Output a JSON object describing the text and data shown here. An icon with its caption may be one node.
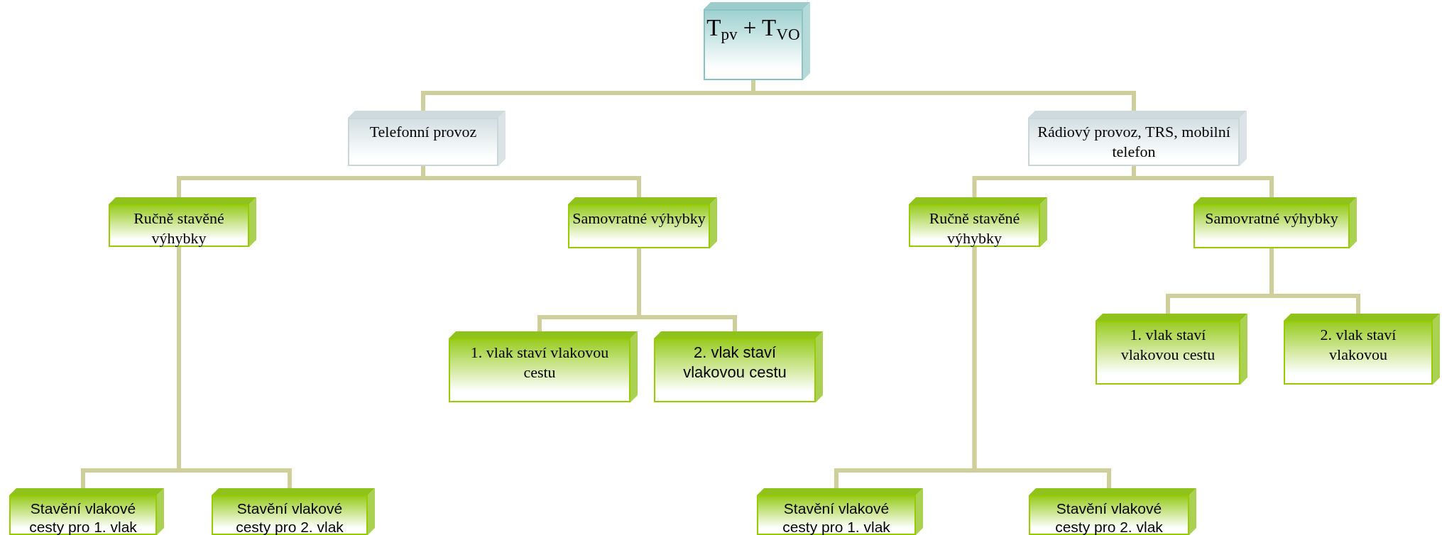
{
  "diagram": {
    "nodes": [
      {
        "text": [
          "T$_{pv}$ + T$_{VO}$"
        ]
      },
      {
        "text": [
          "Telefonní provoz"
        ]
      },
      {
        "text": [
          "Rádiový provoz, TRS, mobilní telefon"
        ]
      },
      {
        "text": [
          "Ručně stavěné výhybky"
        ]
      },
      {
        "text": [
          "Samovratné výhybky"
        ]
      },
      {
        "text": [
          "1. vlak staví vlakovou cestu"
        ]
      },
      {
        "text": [
          "2. vlak staví vlakovou cestu"
        ]
      },
      {
        "text": [
          "Ručně stavěné výhybky"
        ]
      },
      {
        "text": [
          "Samovratné výhybky"
        ]
      },
      {
        "text": [
          "1. vlak staví vlakovou cestu"
        ]
      },
      {
        "text": [
          "2. vlak staví vlakovou"
        ]
      },
      {
        "text": [
          "Stavění vlakové cesty pro 1. vlak"
        ]
      },
      {
        "text": [
          "Stavění vlakové cesty pro 2. vlak"
        ]
      },
      {
        "text": [
          "Stavění vlakové cesty pro 1. vlak"
        ]
      },
      {
        "text": [
          "Stavění vlakové cesty pro 2. vlak"
        ]
      }
    ],
    "edges": [
      {
        "from": 0,
        "to": 1,
        "arrow": "none"
      },
      {
        "from": 0,
        "to": 2,
        "arrow": "none"
      },
      {
        "from": 1,
        "to": 3,
        "arrow": "none"
      },
      {
        "from": 1,
        "to": 4,
        "arrow": "none"
      },
      {
        "from": 2,
        "to": 7,
        "arrow": "none"
      },
      {
        "from": 2,
        "to": 8,
        "arrow": "none"
      },
      {
        "from": 4,
        "to": 5,
        "arrow": "none"
      },
      {
        "from": 4,
        "to": 6,
        "arrow": "none"
      },
      {
        "from": 8,
        "to": 9,
        "arrow": "none"
      },
      {
        "from": 8,
        "to": 10,
        "arrow": "none"
      },
      {
        "from": 3,
        "to": 11,
        "arrow": "none"
      },
      {
        "from": 3,
        "to": 12,
        "arrow": "none"
      },
      {
        "from": 7,
        "to": 13,
        "arrow": "none"
      },
      {
        "from": 7,
        "to": 14,
        "arrow": "none"
      }
    ]
  }
}
